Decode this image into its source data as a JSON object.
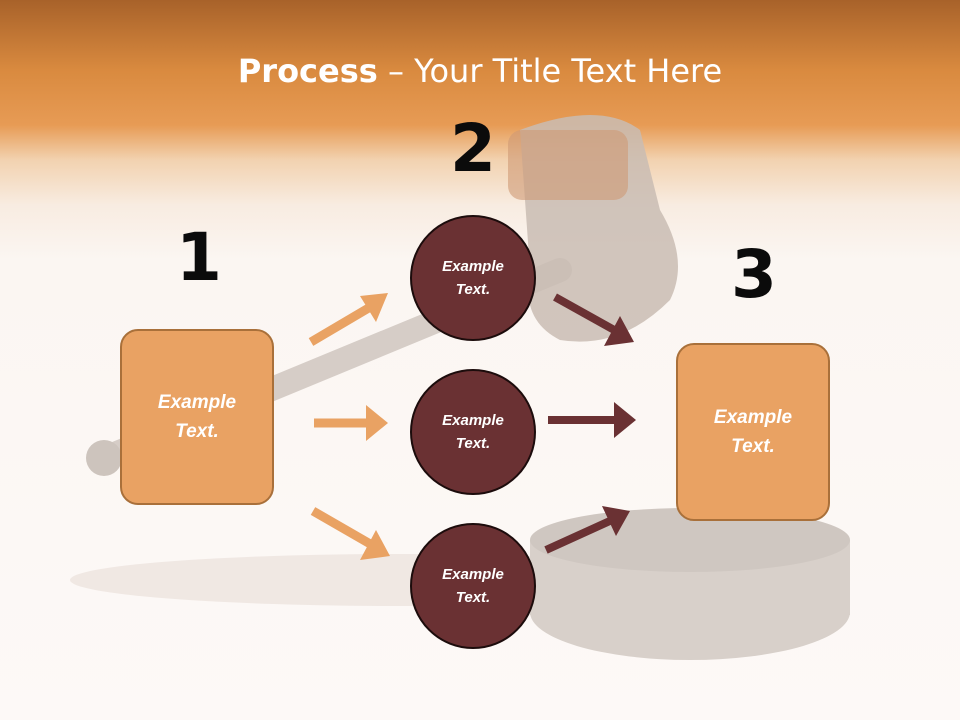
{
  "title": {
    "bold": "Process",
    "separator": " – ",
    "rest": "Your Title Text Here"
  },
  "steps": [
    {
      "number": "1",
      "label_line1": "Example",
      "label_line2": "Text."
    },
    {
      "number": "2"
    },
    {
      "number": "3",
      "label_line1": "Example",
      "label_line2": "Text."
    }
  ],
  "circles": [
    {
      "label_line1": "Example",
      "label_line2": "Text."
    },
    {
      "label_line1": "Example",
      "label_line2": "Text."
    },
    {
      "label_line1": "Example",
      "label_line2": "Text."
    }
  ],
  "colors": {
    "header": "#d98a3f",
    "box_fill": "#e9a263",
    "box_border": "#a9703a",
    "circle_fill": "#6a3133",
    "arrow_in": "#e9a263",
    "arrow_out": "#6a3133"
  }
}
